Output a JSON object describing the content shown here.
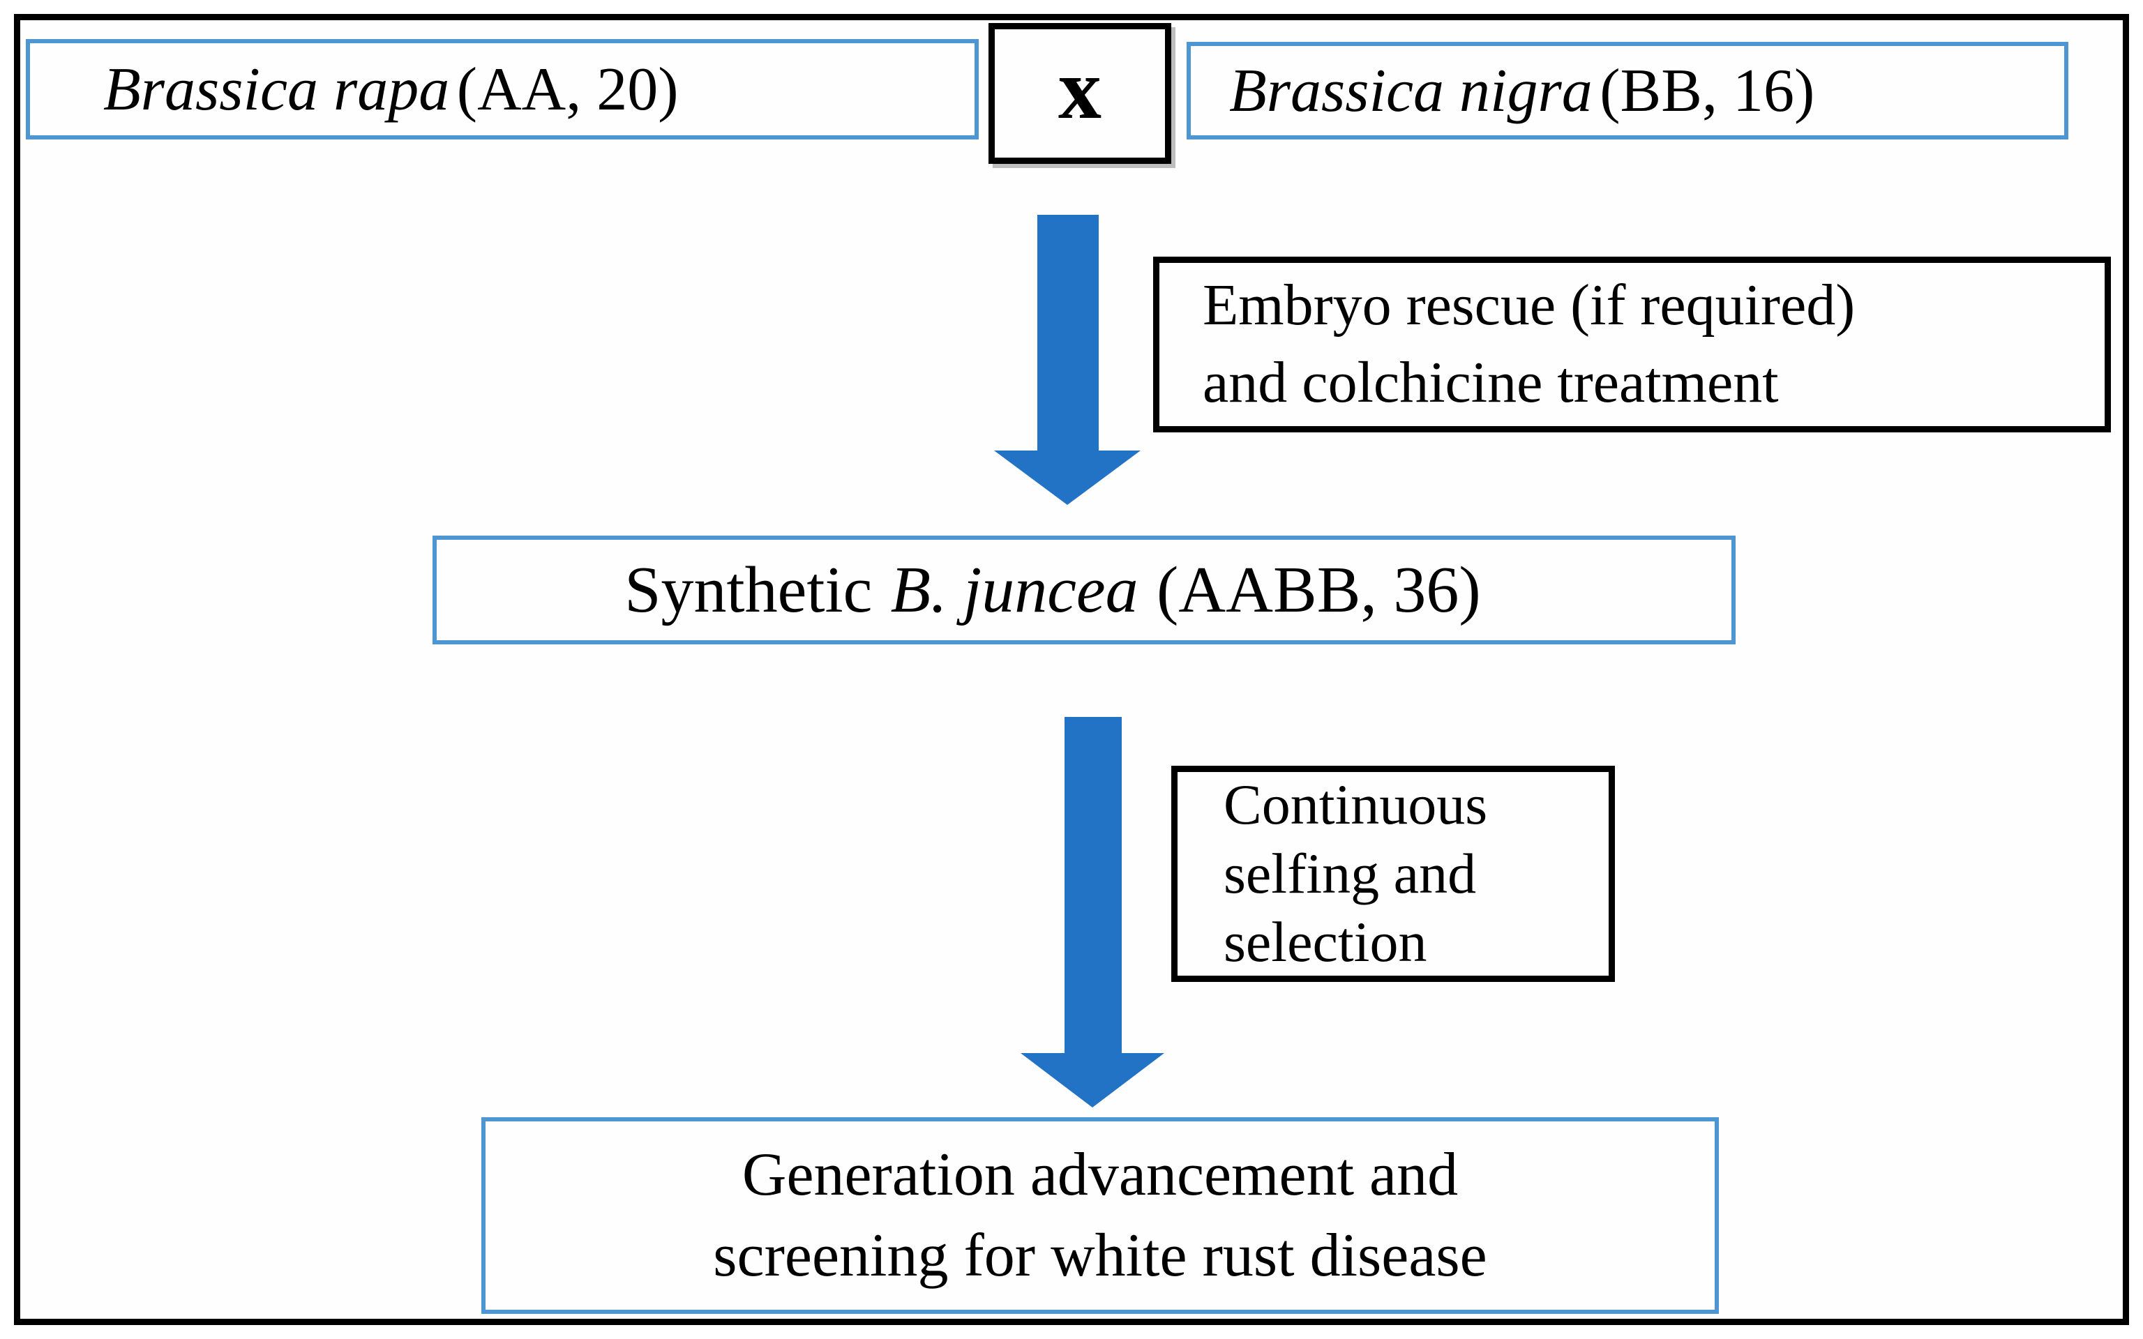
{
  "colors": {
    "box_border_blue": "#4d96d2",
    "arrow_blue": "#2272c6",
    "frame_border_black": "#000000"
  },
  "diagram": {
    "parent1": {
      "species": "Brassica rapa",
      "genome": "(AA, 20)"
    },
    "cross_symbol": "x",
    "parent2": {
      "species": "Brassica nigra",
      "genome": "(BB, 16)"
    },
    "step1": {
      "line1": "Embryo rescue (if required)",
      "line2": "and colchicine treatment"
    },
    "synthetic": {
      "prefix": "Synthetic",
      "species": "B. juncea",
      "genome": "(AABB, 36)"
    },
    "step2": {
      "line1": "Continuous",
      "line2": "selfing and",
      "line3": "selection"
    },
    "result": {
      "line1": "Generation advancement and",
      "line2": "screening for white rust disease"
    }
  }
}
